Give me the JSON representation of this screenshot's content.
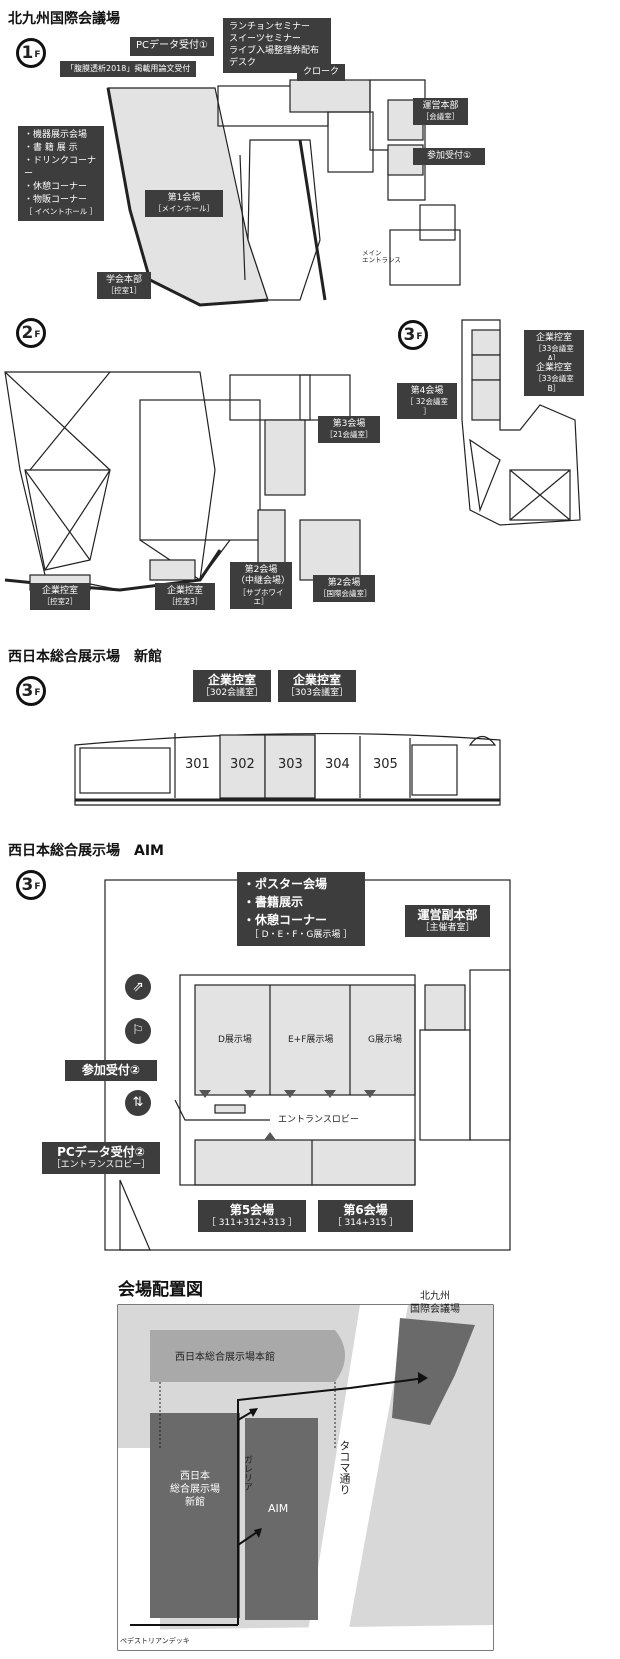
{
  "kokusai": {
    "title": "北九州国際会議場",
    "f1": {
      "floor_num": "1",
      "floor_suffix": "F",
      "pc_data": "PCデータ受付①",
      "lunch": [
        "ランチョンセミナー",
        "スイーツセミナー",
        "ライブ入場整理券配布デスク"
      ],
      "cloak": "クローク",
      "kaiyo": "「腹膜透析2018」掲載用論文受付",
      "exhibit_list": [
        "機器展示会場",
        "書 籍 展 示",
        "ドリンクコーナー",
        "休憩コーナー",
        "物販コーナー"
      ],
      "exhibit_sub": "［ イベントホール ］",
      "hall1": "第1会場",
      "hall1_sub": "［メインホール］",
      "unei": "運営本部",
      "unei_sub": "［会議室］",
      "sanka": "参加受付①",
      "gakkai": "学会本部",
      "gakkai_sub": "［控室1］",
      "main_entrance": [
        "メイン",
        "エントランス"
      ]
    },
    "f2": {
      "floor_num": "2",
      "floor_suffix": "F",
      "hall3": "第3会場",
      "hall3_sub": "［21会議室］",
      "hall2_mid": [
        "第2会場",
        "（中継会場）"
      ],
      "hall2_mid_sub": "［サブホワイエ］",
      "hall2": "第2会場",
      "hall2_sub": "［国際会議室］",
      "kigyo2": "企業控室",
      "kigyo2_sub": "［控室2］",
      "kigyo3": "企業控室",
      "kigyo3_sub": "［控室3］"
    },
    "f3": {
      "floor_num": "3",
      "floor_suffix": "F",
      "kigyo_a": "企業控室",
      "kigyo_a_sub": "［33会議室A］",
      "kigyo_b": "企業控室",
      "kigyo_b_sub": "［33会議室B］",
      "hall4": "第4会場",
      "hall4_sub": "［ 32会議室 ］"
    }
  },
  "shinkan": {
    "title": "西日本総合展示場　新館",
    "floor_num": "3",
    "floor_suffix": "F",
    "kigyo302": "企業控室",
    "kigyo302_sub": "［302会議室］",
    "kigyo303": "企業控室",
    "kigyo303_sub": "［303会議室］",
    "rooms": [
      "301",
      "302",
      "303",
      "304",
      "305"
    ]
  },
  "aim": {
    "title": "西日本総合展示場　AIM",
    "floor_num": "3",
    "floor_suffix": "F",
    "poster_list": [
      "ポスター会場",
      "書籍展示",
      "休憩コーナー"
    ],
    "poster_sub": "［ D・E・F・G展示場 ］",
    "unei_fuku": "運営副本部",
    "unei_fuku_sub": "［主催者室］",
    "sanka2": "参加受付②",
    "pc2": "PCデータ受付②",
    "pc2_sub": "［エントランスロビー］",
    "hall_d": "D展示場",
    "hall_ef": "E+F展示場",
    "hall_g": "G展示場",
    "lobby": "エントランスロビー",
    "hall5": "第5会場",
    "hall5_sub": "［ 311+312+313 ］",
    "hall6": "第6会場",
    "hall6_sub": "［ 314+315 ］"
  },
  "site": {
    "title": "会場配置図",
    "honkan": "西日本総合展示場本館",
    "kokusai": [
      "北九州",
      "国際会議場"
    ],
    "shinkan": [
      "西日本",
      "総合展示場",
      "新館"
    ],
    "aim": "AIM",
    "galleria": "ガレリア",
    "takoma": "タコマ通り",
    "deck": "ペデストリアンデッキ"
  },
  "colors": {
    "label_bg": "#3d3d3d",
    "room_fill": "#e3e3e3",
    "site_fill": "#d8d8d8",
    "building_dark": "#6a6a6a",
    "building_light": "#a9a9a9"
  }
}
